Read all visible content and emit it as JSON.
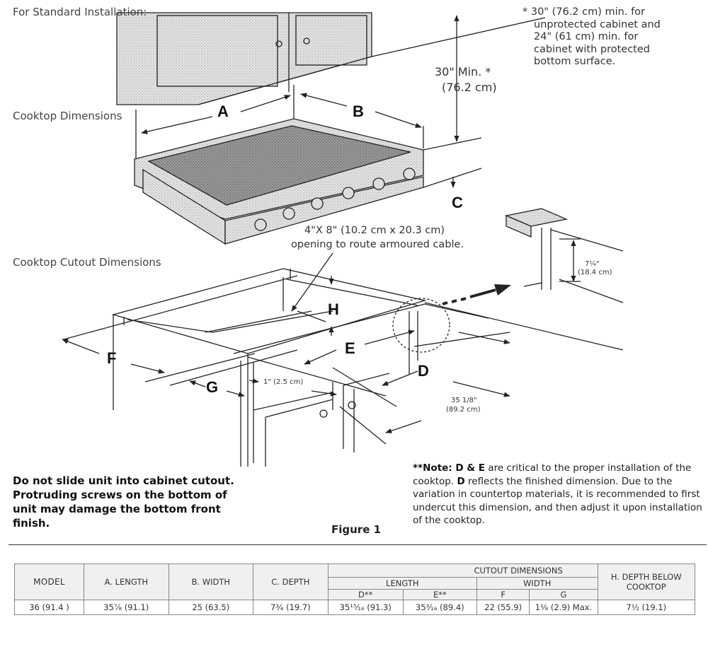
{
  "labels": {
    "standard_installation": "For Standard Installation:",
    "cooktop_dimensions": "Cooktop Dimensions",
    "cutout_dimensions": "Cooktop Cutout Dimensions"
  },
  "footnote_lines": [
    "* 30\" (76.2 cm) min. for",
    "unprotected cabinet and",
    "24\" (61 cm) min. for",
    "cabinet with protected",
    "bottom surface."
  ],
  "clearance": {
    "line1": "30\" Min. *",
    "line2": "(76.2 cm)"
  },
  "letters": {
    "a": "A",
    "b": "B",
    "c": "C",
    "d": "D",
    "e": "E",
    "f": "F",
    "g": "G",
    "h": "H"
  },
  "cable_opening": {
    "line1": "4\"X 8\" (10.2 cm x 20.3 cm)",
    "line2": "opening to route armoured cable."
  },
  "detail": {
    "line1": "7¼\"",
    "line2": "(18.4 cm)"
  },
  "inch_label": "1\" (2.5 cm)",
  "depth_label": {
    "line1": "35 1/8\"",
    "line2": "(89.2 cm)"
  },
  "warning_lines": [
    "Do not slide unit into cabinet cutout.",
    "Protruding screws on the bottom of",
    "unit may damage the bottom front",
    "finish."
  ],
  "note": {
    "prefix": "**Note: ",
    "bold1": "D & E",
    "text1": " are critical to the proper installation of the cooktop. ",
    "bold2": "D",
    "text2": " reflects the finished dimension. Due to the variation in countertop materials, it is recommended to first undercut this dimension, and then adjust it upon installation of the cooktop."
  },
  "figure_caption": "Figure 1",
  "table": {
    "headers": {
      "model": "MODEL",
      "a_length": "A. LENGTH",
      "b_width": "B. WIDTH",
      "c_depth": "C. DEPTH",
      "cutout": "CUTOUT DIMENSIONS",
      "length": "LENGTH",
      "width": "WIDTH",
      "d": "D**",
      "e": "E**",
      "f": "F",
      "g": "G",
      "h_line1": "H. DEPTH BELOW",
      "h_line2": "COOKTOP"
    },
    "row": {
      "model": "36 (91.4 )",
      "a": "35⁷⁄₈ (91.1)",
      "b": "25 (63.5)",
      "c": "7¾ (19.7)",
      "d": "35¹⁵⁄₁₆ (91.3)",
      "e": "35³⁄₁₆ (89.4)",
      "f": "22 (55.9)",
      "g": "1¹⁄₈ (2.9) Max.",
      "h": "7½ (19.1)"
    }
  }
}
